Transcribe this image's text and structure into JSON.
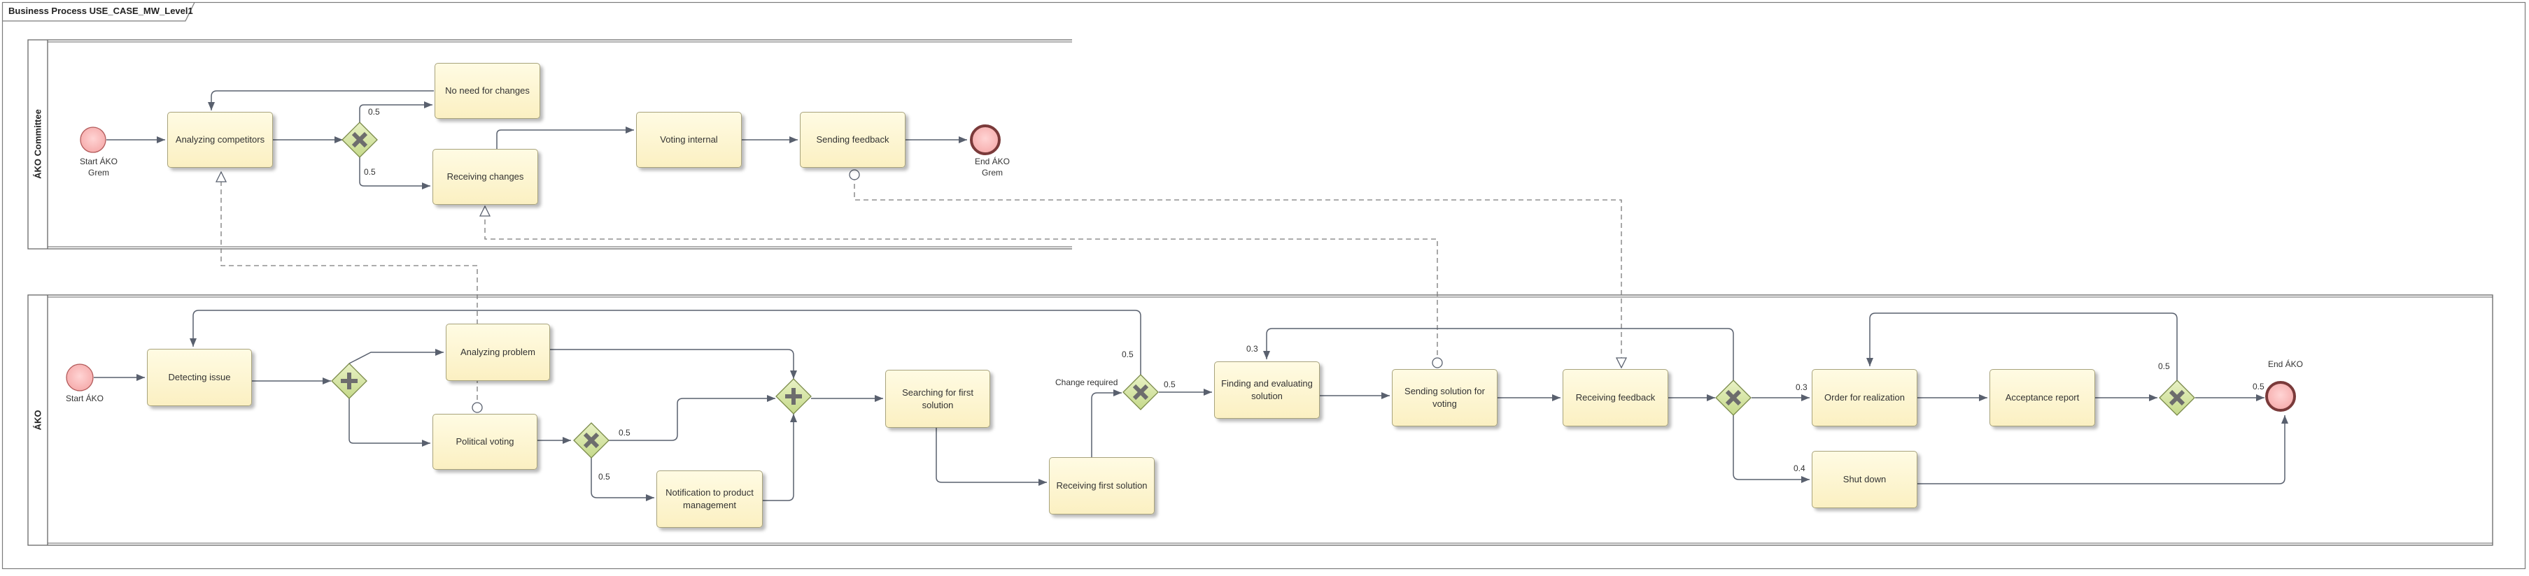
{
  "frame": {
    "title": "Business Process USE_CASE_MW_Level1"
  },
  "lanes": {
    "committee": "ÁKO Committee",
    "ako": "ÁKO"
  },
  "events": {
    "start_grem": "Start ÁKO Grem",
    "end_grem": "End ÁKO Grem",
    "start_ako": "Start ÁKO",
    "end_ako": "End ÁKO"
  },
  "tasks": {
    "analyzing_competitors": "Analyzing competitors",
    "no_need_for_changes": "No need for changes",
    "receiving_changes": "Receiving changes",
    "voting_internal": "Voting internal",
    "sending_feedback": "Sending feedback",
    "detecting_issue": "Detecting issue",
    "analyzing_problem": "Analyzing problem",
    "political_voting": "Political voting",
    "notification_to_product_management": "Notification to product management",
    "searching_for_first_solution": "Searching for first solution",
    "receiving_first_solution": "Receiving first solution",
    "finding_and_evaluating_solution": "Finding and evaluating solution",
    "sending_solution_for_voting": "Sending solution for voting",
    "receiving_feedback": "Receiving feedback",
    "order_for_realization": "Order for realization",
    "acceptance_report": "Acceptance report",
    "shut_down": "Shut down"
  },
  "flow_labels": {
    "g1_top": "0.5",
    "g1_bottom": "0.5",
    "pv_top": "0.5",
    "pv_bottom": "0.5",
    "loop_back": "0.5",
    "to_finding": "0.5",
    "change_required": "Change required",
    "loop_finding": "0.3",
    "to_order": "0.3",
    "to_shutdown": "0.4",
    "loop_order": "0.5",
    "to_end": "0.5"
  }
}
